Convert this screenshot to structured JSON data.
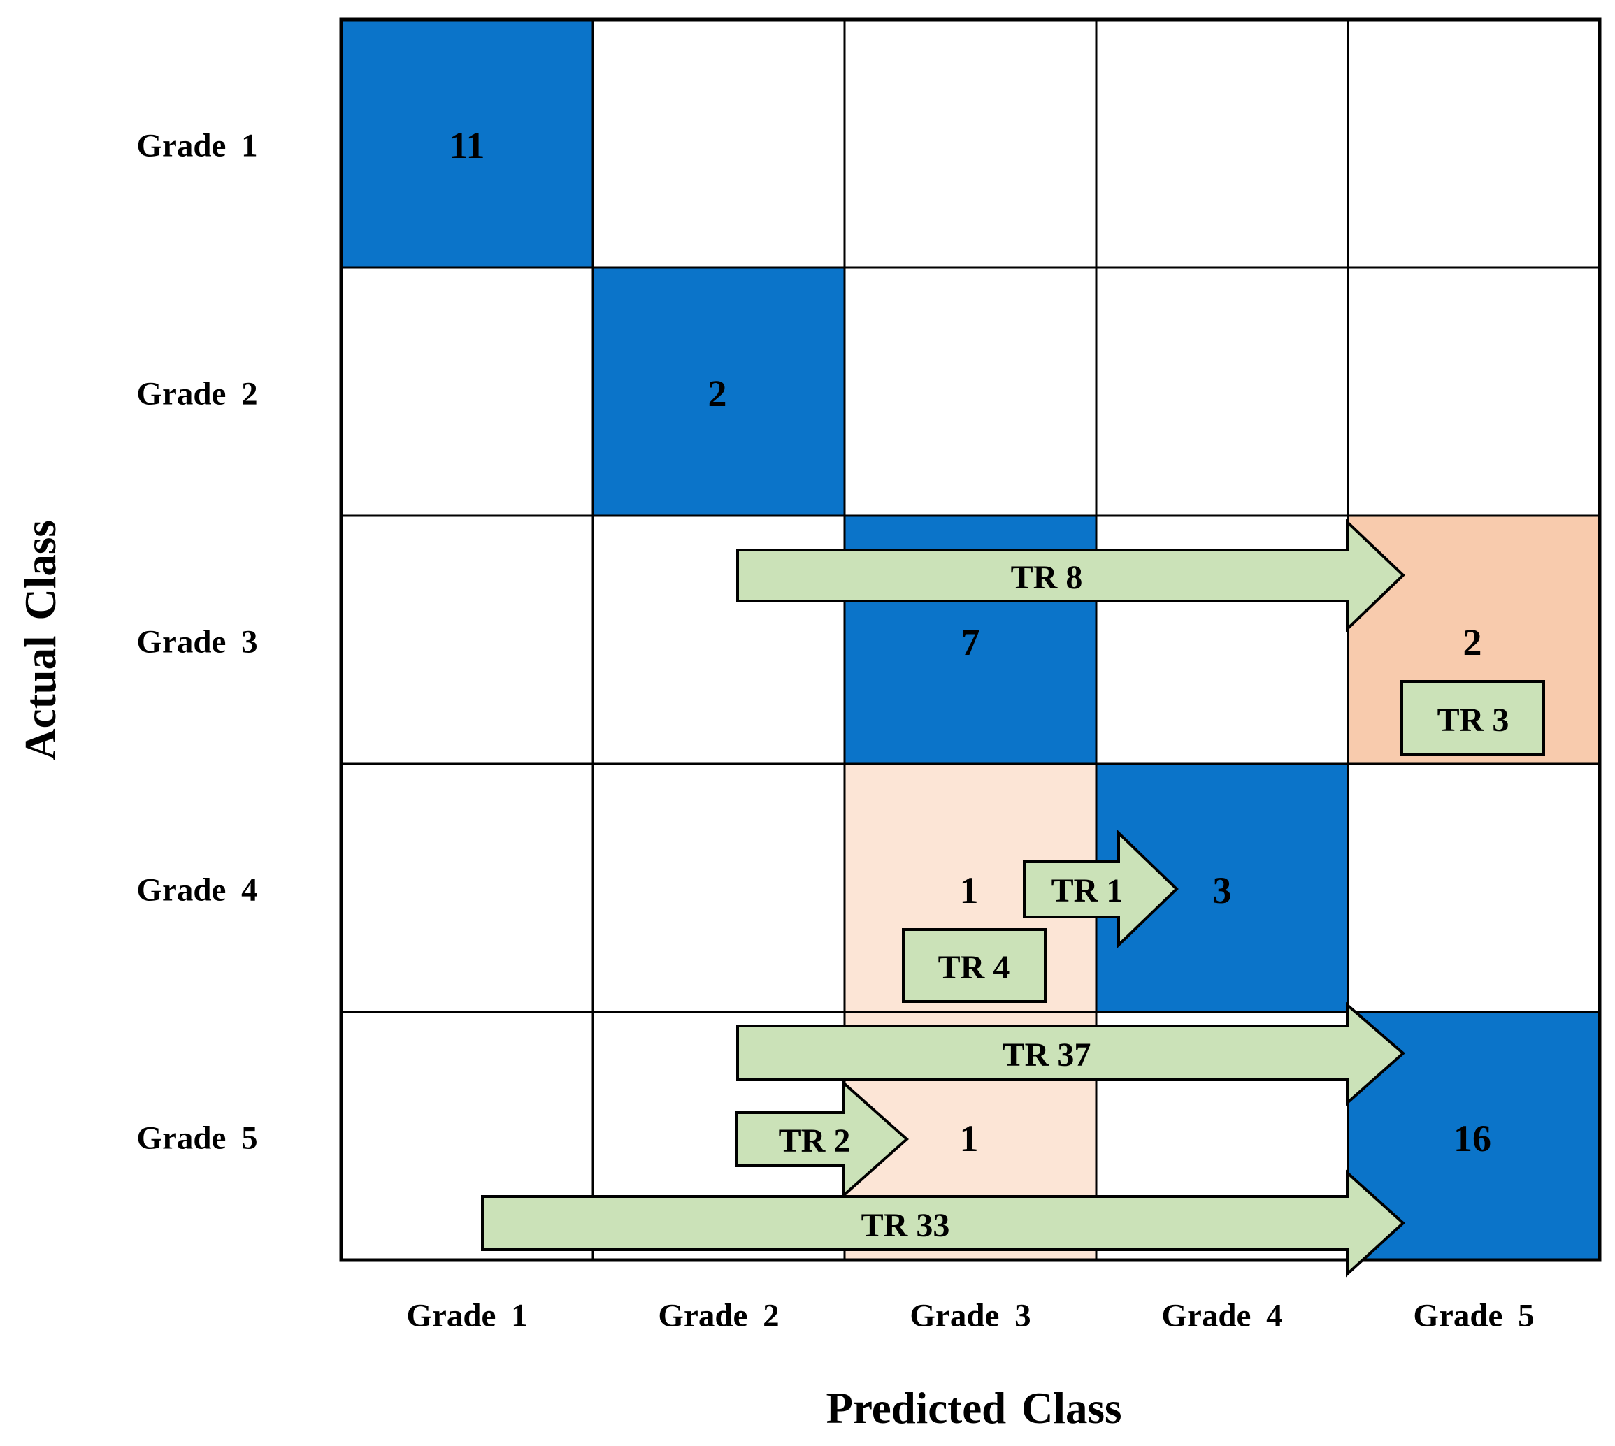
{
  "chart_data": {
    "type": "heatmap",
    "subtype": "confusion-matrix-with-transition-annotations",
    "xlabel": "Predicted Class",
    "ylabel": "Actual Class",
    "x_categories": [
      "Grade 1",
      "Grade 2",
      "Grade 3",
      "Grade 4",
      "Grade 5"
    ],
    "y_categories": [
      "Grade 1",
      "Grade 2",
      "Grade 3",
      "Grade 4",
      "Grade 5"
    ],
    "cells": {
      "a1_p1": {
        "actual": "Grade 1",
        "predicted": "Grade 1",
        "value": 11,
        "fill": "blue"
      },
      "a2_p2": {
        "actual": "Grade 2",
        "predicted": "Grade 2",
        "value": 2,
        "fill": "blue"
      },
      "a3_p3": {
        "actual": "Grade 3",
        "predicted": "Grade 3",
        "value": 7,
        "fill": "blue"
      },
      "a3_p5": {
        "actual": "Grade 3",
        "predicted": "Grade 5",
        "value": 2,
        "fill": "orange"
      },
      "a4_p3": {
        "actual": "Grade 4",
        "predicted": "Grade 3",
        "value": 1,
        "fill": "peach"
      },
      "a4_p4": {
        "actual": "Grade 4",
        "predicted": "Grade 4",
        "value": 3,
        "fill": "blue"
      },
      "a5_p3": {
        "actual": "Grade 5",
        "predicted": "Grade 3",
        "value": 1,
        "fill": "peach"
      },
      "a5_p5": {
        "actual": "Grade 5",
        "predicted": "Grade 5",
        "value": 16,
        "fill": "blue"
      }
    },
    "annotations": {
      "tr8": {
        "label": "TR 8",
        "shape": "block-arrow",
        "row": "Grade 3"
      },
      "tr3": {
        "label": "TR 3",
        "shape": "box",
        "row": "Grade 3"
      },
      "tr1": {
        "label": "TR 1",
        "shape": "block-arrow",
        "row": "Grade 4"
      },
      "tr4": {
        "label": "TR 4",
        "shape": "box",
        "row": "Grade 4"
      },
      "tr37": {
        "label": "TR 37",
        "shape": "block-arrow",
        "row": "Grade 5"
      },
      "tr2": {
        "label": "TR 2",
        "shape": "block-arrow",
        "row": "Grade 5"
      },
      "tr33": {
        "label": "TR 33",
        "shape": "block-arrow",
        "row": "Grade 5"
      }
    },
    "colors": {
      "diagonal_cell": "#0B74C9",
      "misclassified_cell_strong": "#F8CBAD",
      "misclassified_cell_light": "#FCE5D6",
      "annotation_green": "#CBE2B8",
      "grid_line": "#000000"
    },
    "grid": true,
    "legend_position": "none"
  }
}
